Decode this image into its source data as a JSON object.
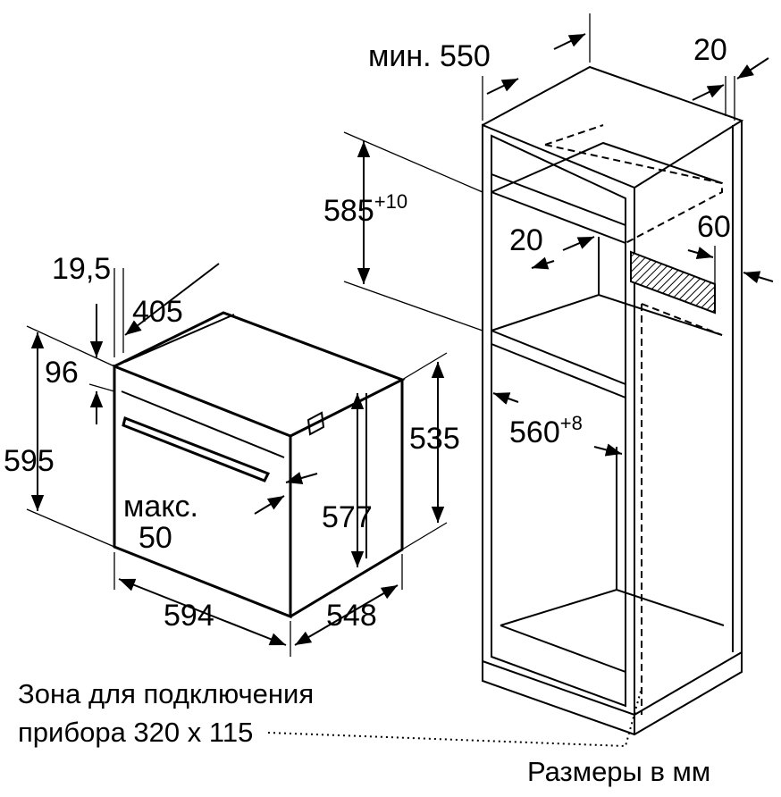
{
  "title": "Размеры в мм",
  "connection_zone": {
    "line1": "Зона для подключения",
    "line2": "прибора 320 x 115"
  },
  "oven_dimensions": {
    "d_19_5": "19,5",
    "d_405": "405",
    "d_96": "96",
    "d_595": "595",
    "d_535": "535",
    "d_577": "577",
    "max_label": "макс.",
    "max_value": "50",
    "d_594": "594",
    "d_548": "548"
  },
  "cabinet_dimensions": {
    "min_label": "мин. 550",
    "d_20_top": "20",
    "d_585": "585",
    "d_585_tol": "+10",
    "d_20_inner": "20",
    "d_60": "60",
    "d_560": "560",
    "d_560_tol": "+8"
  }
}
